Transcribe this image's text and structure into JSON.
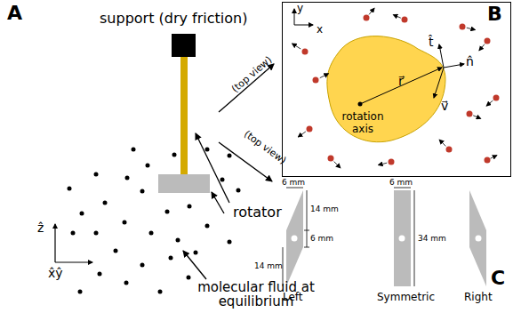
{
  "diagram": {
    "nodes": [
      {
        "text": [
          "B",
          "y",
          "x",
          "t̂",
          "n̂",
          "v⃗",
          "r⃗",
          "rotation axis"
        ]
      }
    ],
    "labels": [
      "A",
      "support (dry friction)",
      "rotator",
      "molecular fluid at equilibrium",
      "ẑ",
      "x̂ŷ",
      "(top view)",
      "(top view)",
      "C",
      "6 mm",
      "14 mm",
      "6 mm",
      "14 mm",
      "6 mm",
      "34 mm",
      "Left",
      "Symmetric",
      "Right"
    ]
  }
}
